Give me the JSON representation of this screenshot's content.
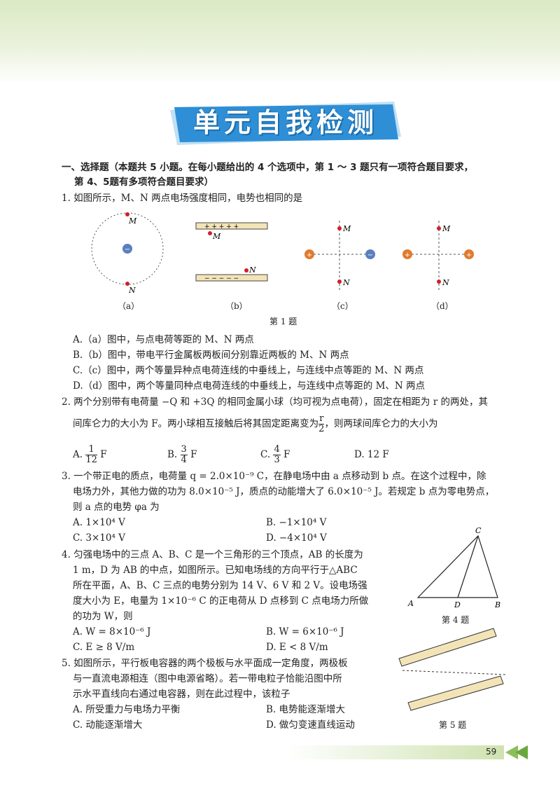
{
  "title": "单元自我检测",
  "section_heading": "一、选择题（本题共 5 小题。在每小题给出的 4 个选项中，第 1 ～ 3 题只有一项符合题目要求，",
  "section_heading_2": "第 4、5题有多项符合题目要求）",
  "q1": {
    "stem": "1. 如图所示，M、N 两点电场强度相同，电势也相同的是",
    "fig_labels": [
      "（a）",
      "（b）",
      "（c）",
      "（d）"
    ],
    "caption": "第 1 题",
    "point_m": "M",
    "point_n": "N",
    "options": [
      "A.（a）图中，与点电荷等距的 M、N 两点",
      "B.（b）图中，带电平行金属板两板间分别靠近两板的 M、N 两点",
      "C.（c）图中，两个等量异种点电荷连线的中垂线上，与连线中点等距的 M、N 两点",
      "D.（d）图中，两个等量同种点电荷连线的中垂线上，与连线中点等距的 M、N 两点"
    ]
  },
  "q2": {
    "line1": "2. 两个分别带有电荷量 −Q 和 +3Q 的相同金属小球（均可视为点电荷），固定在相距为 r 的两处，其",
    "line2a": "间库仑力的大小为 F。两小球相互接触后将其固定距离变为",
    "line2b": "，则两球间库仑力的大小为",
    "frac_r": [
      "r",
      "2"
    ],
    "optA": [
      "A.",
      "1",
      "12",
      "F"
    ],
    "optB": [
      "B.",
      "3",
      "4",
      "F"
    ],
    "optC": [
      "C.",
      "4",
      "3",
      "F"
    ],
    "optD": "D. 12 F"
  },
  "q3": {
    "line1": "3. 一个带正电的质点，电荷量 q = 2.0×10⁻⁹ C，在静电场中由 a 点移动到 b 点。在这个过程中，除",
    "line2": "电场力外，其他力做的功为 8.0×10⁻⁵ J，质点的动能增大了 6.0×10⁻⁵ J。若规定 b 点为零电势点，",
    "line3": "则 a 点的电势 φa 为",
    "optA": "A. 1×10⁴          V",
    "optB": "B. −1×10⁴ V",
    "optC": "C. 3×10⁴ V",
    "optD": "D. −4×10⁴ V"
  },
  "q4": {
    "lines": [
      "4. 匀强电场中的三点 A、B、C 是一个三角形的三个顶点，AB 的长度为",
      "1 m，D 为 AB 的中点，如图所示。已知电场线的方向平行于△ABC",
      "所在平面，A、B、C 三点的电势分别为 14 V、6 V 和 2 V。设电场强",
      "度大小为 E，电量为 1×10⁻⁶ C 的正电荷从 D 点移到 C 点电场力所做",
      "的功为 W，则"
    ],
    "optA": "A. W = 8×10⁻⁶          J",
    "optB": "B. W = 6×10⁻⁶ J",
    "optC": "C. E ≥ 8 V/m",
    "optD": "D. E < 8 V/m",
    "labels": [
      "A",
      "B",
      "C",
      "D"
    ],
    "caption": "第 4 题"
  },
  "q5": {
    "lines": [
      "5. 如图所示，平行板电容器的两个极板与水平面成一定角度，两极板",
      "与一直流电源相连（图中电源省略）。若一带电粒子恰能沿图中所",
      "示水平直线向右通过电容器，则在此过程中，该粒子"
    ],
    "optA": "A. 所受重力与电场力平衡",
    "optB": "B. 电势能逐渐增大",
    "optC": "C. 动能逐渐增大",
    "optD": "D. 做匀变速直线运动",
    "caption": "第 5 题"
  },
  "page_number": "59",
  "colors": {
    "banner_blue": "#2f8fd6",
    "charge_neg": "#5a7fc0",
    "charge_pos": "#e07a2e",
    "point_red": "#d0202a",
    "plate": "#f3e4b8"
  }
}
